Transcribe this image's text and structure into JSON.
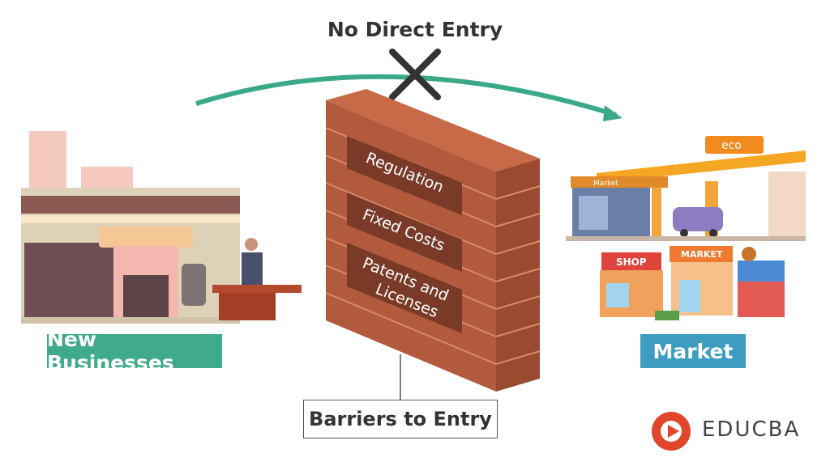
{
  "diagram": {
    "top_label": "No Direct Entry",
    "left_label": "New Businesses",
    "right_label": "Market",
    "bottom_label": "Barriers to Entry",
    "wall_items": [
      "Regulation",
      "Fixed Costs",
      "Patents and",
      "Licenses"
    ],
    "station_sign": "eco",
    "shop_sign": "SHOP",
    "market_sign": "MARKET",
    "market_small_sign": "Market",
    "logo_text": "EDUCBA"
  },
  "colors": {
    "arrow": "#3aa98a",
    "brick": "#b25a3c",
    "new_businesses_label": "#3faa8c",
    "market_label": "#3e9cc0",
    "logo": "#e0462b"
  },
  "icons": [
    "cross-icon",
    "arrow-icon",
    "office-building-icon",
    "gas-station-icon",
    "shop-icon",
    "logo-icon"
  ]
}
